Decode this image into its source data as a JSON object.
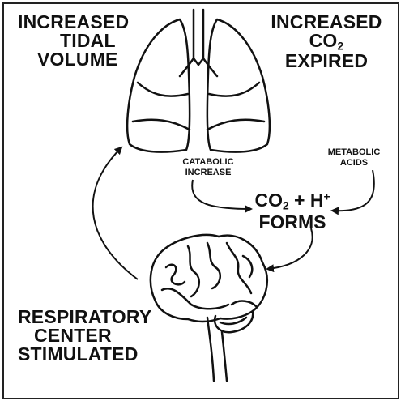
{
  "labels": {
    "tidal_volume": [
      "INCREASED",
      "TIDAL",
      "VOLUME"
    ],
    "co2_expired": {
      "line1": "INCREASED",
      "co": "CO",
      "co_sub": "2",
      "line3": "EXPIRED"
    },
    "catabolic": [
      "CATABOLIC",
      "INCREASE"
    ],
    "metabolic": [
      "METABOLIC",
      "ACIDS"
    ],
    "forms": {
      "co": "CO",
      "co_sub": "2",
      "plus": " + H",
      "h_sup": "+",
      "line2": "FORMS"
    },
    "respiratory": [
      "RESPIRATORY",
      "CENTER",
      "STIMULATED"
    ]
  },
  "illustrations": {
    "lungs": "lungs-icon",
    "brain": "brain-icon"
  },
  "colors": {
    "ink": "#111111",
    "background": "#ffffff"
  }
}
